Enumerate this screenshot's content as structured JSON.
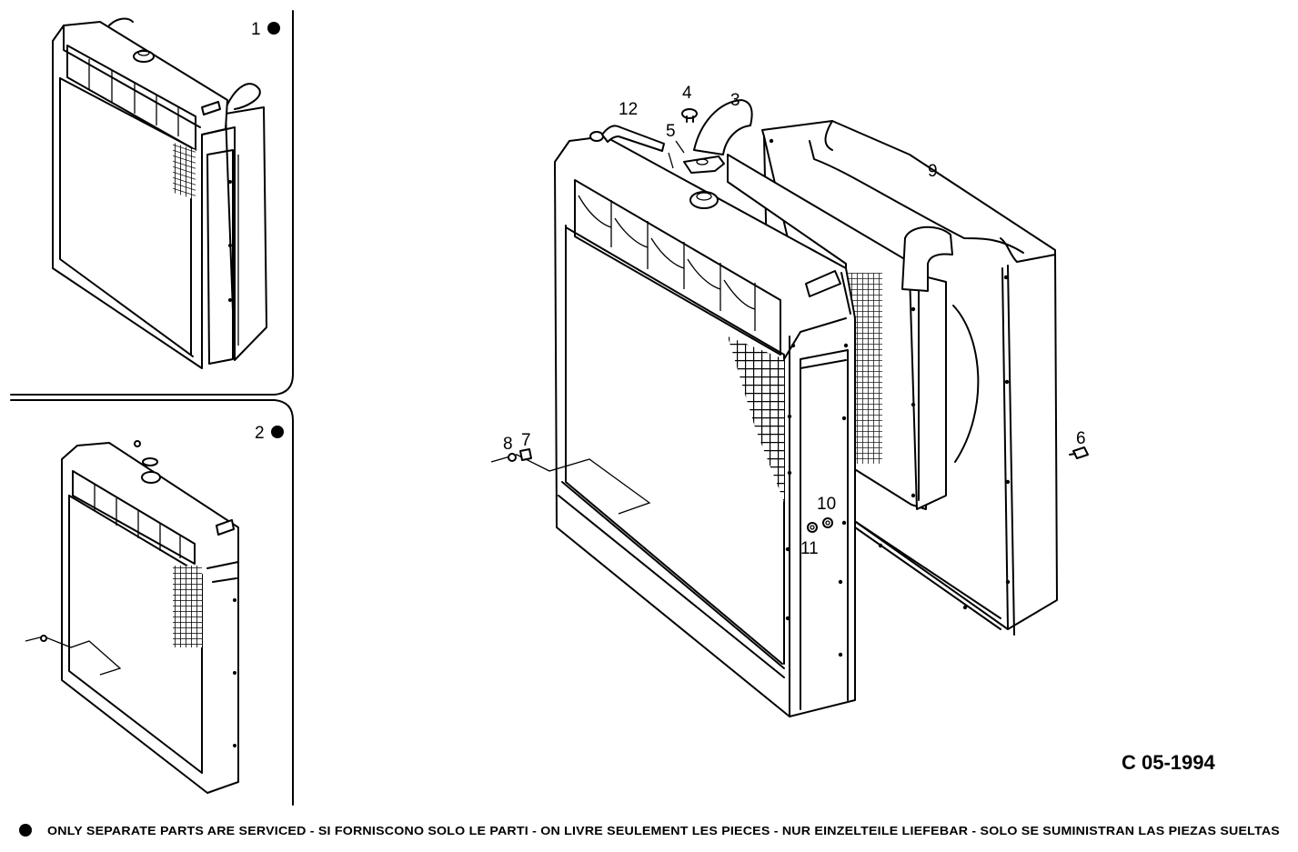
{
  "inset_labels": {
    "variant_1": "1",
    "variant_2": "2"
  },
  "callouts": {
    "p3": "3",
    "p4": "4",
    "p5": "5",
    "p6": "6",
    "p7": "7",
    "p8": "8",
    "p9": "9",
    "p10": "10",
    "p11": "11",
    "p12": "12"
  },
  "drawing_code": "C 05-1994",
  "footer_note": "ONLY SEPARATE PARTS ARE SERVICED - SI FORNISCONO SOLO LE PARTI - ON LIVRE SEULEMENT LES PIECES - NUR EINZELTEILE LIEFEBAR - SOLO SE SUMINISTRAN LAS PIEZAS SUELTAS",
  "colors": {
    "ink": "#000000",
    "paper": "#ffffff"
  }
}
